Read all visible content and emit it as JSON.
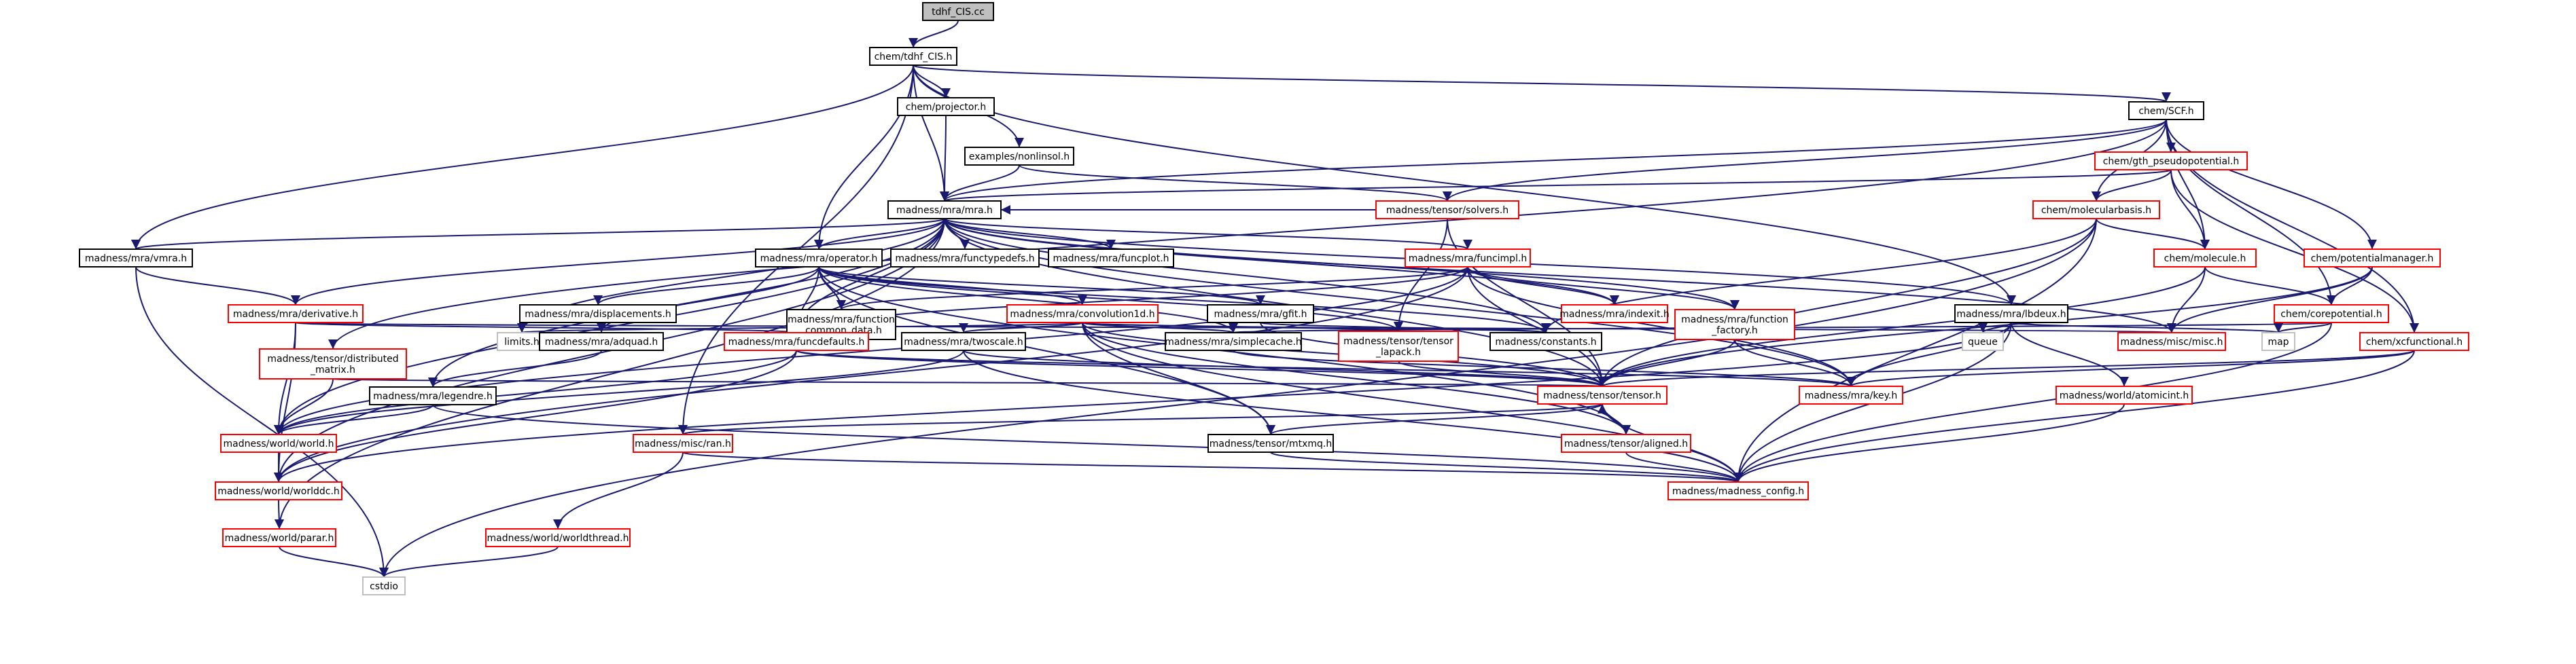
{
  "diagram": {
    "type": "include-dependency-graph",
    "colors": {
      "edge": "#191970",
      "root_fill": "#bfbfbf",
      "documented_border": "#000000",
      "undocumented_border": "#ff0000",
      "external_border": "#bfbfbf"
    },
    "nodes": [
      {
        "id": "root",
        "label": "tdhf_CIS.cc",
        "kind": "root"
      },
      {
        "id": "tdhf_cis_h",
        "label": "chem/tdhf_CIS.h",
        "kind": "doc"
      },
      {
        "id": "scf_h",
        "label": "chem/SCF.h",
        "kind": "doc"
      },
      {
        "id": "projector_h",
        "label": "chem/projector.h",
        "kind": "doc"
      },
      {
        "id": "nonlinsol_h",
        "label": "examples/nonlinsol.h",
        "kind": "doc"
      },
      {
        "id": "gth_h",
        "label": "chem/gth_pseudopotential.h",
        "kind": "red"
      },
      {
        "id": "mra_h",
        "label": "madness/mra/mra.h",
        "kind": "doc"
      },
      {
        "id": "solvers_h",
        "label": "madness/tensor/solvers.h",
        "kind": "red"
      },
      {
        "id": "molbasis_h",
        "label": "chem/molecularbasis.h",
        "kind": "red"
      },
      {
        "id": "vmra_h",
        "label": "madness/mra/vmra.h",
        "kind": "doc"
      },
      {
        "id": "operator_h",
        "label": "madness/mra/operator.h",
        "kind": "doc"
      },
      {
        "id": "functypedefs_h",
        "label": "madness/mra/functypedefs.h",
        "kind": "doc"
      },
      {
        "id": "funcplot_h",
        "label": "madness/mra/funcplot.h",
        "kind": "doc"
      },
      {
        "id": "funcimpl_h",
        "label": "madness/mra/funcimpl.h",
        "kind": "red"
      },
      {
        "id": "molecule_h",
        "label": "chem/molecule.h",
        "kind": "red"
      },
      {
        "id": "potmgr_h",
        "label": "chem/potentialmanager.h",
        "kind": "red"
      },
      {
        "id": "derivative_h",
        "label": "madness/mra/derivative.h",
        "kind": "red"
      },
      {
        "id": "displacements_h",
        "label": "madness/mra/displacements.h",
        "kind": "doc"
      },
      {
        "id": "fcd_h",
        "label": "madness/mra/function\n_common_data.h",
        "kind": "doc"
      },
      {
        "id": "conv1d_h",
        "label": "madness/mra/convolution1d.h",
        "kind": "red"
      },
      {
        "id": "gfit_h",
        "label": "madness/mra/gfit.h",
        "kind": "doc"
      },
      {
        "id": "indexit_h",
        "label": "madness/mra/indexit.h",
        "kind": "red"
      },
      {
        "id": "funcfactory_h",
        "label": "madness/mra/function\n_factory.h",
        "kind": "red"
      },
      {
        "id": "lbdeux_h",
        "label": "madness/mra/lbdeux.h",
        "kind": "doc"
      },
      {
        "id": "corepot_h",
        "label": "chem/corepotential.h",
        "kind": "red"
      },
      {
        "id": "distmatrix_h",
        "label": "madness/tensor/distributed\n_matrix.h",
        "kind": "red"
      },
      {
        "id": "limits",
        "label": "limits.h",
        "kind": "ext"
      },
      {
        "id": "adquad_h",
        "label": "madness/mra/adquad.h",
        "kind": "doc"
      },
      {
        "id": "funcdefaults_h",
        "label": "madness/mra/funcdefaults.h",
        "kind": "red"
      },
      {
        "id": "twoscale_h",
        "label": "madness/mra/twoscale.h",
        "kind": "doc"
      },
      {
        "id": "simplecache_h",
        "label": "madness/mra/simplecache.h",
        "kind": "doc"
      },
      {
        "id": "lapack_h",
        "label": "madness/tensor/tensor\n_lapack.h",
        "kind": "red"
      },
      {
        "id": "constants_h",
        "label": "madness/constants.h",
        "kind": "doc"
      },
      {
        "id": "queue",
        "label": "queue",
        "kind": "ext"
      },
      {
        "id": "misc_h",
        "label": "madness/misc/misc.h",
        "kind": "red"
      },
      {
        "id": "map",
        "label": "map",
        "kind": "ext"
      },
      {
        "id": "xcfunc_h",
        "label": "chem/xcfunctional.h",
        "kind": "red"
      },
      {
        "id": "legendre_h",
        "label": "madness/mra/legendre.h",
        "kind": "doc"
      },
      {
        "id": "tensor_h",
        "label": "madness/tensor/tensor.h",
        "kind": "red"
      },
      {
        "id": "key_h",
        "label": "madness/mra/key.h",
        "kind": "red"
      },
      {
        "id": "atomicint_h",
        "label": "madness/world/atomicint.h",
        "kind": "red"
      },
      {
        "id": "world_h",
        "label": "madness/world/world.h",
        "kind": "red"
      },
      {
        "id": "ran_h",
        "label": "madness/misc/ran.h",
        "kind": "red"
      },
      {
        "id": "mtxmq_h",
        "label": "madness/tensor/mtxmq.h",
        "kind": "doc"
      },
      {
        "id": "aligned_h",
        "label": "madness/tensor/aligned.h",
        "kind": "red"
      },
      {
        "id": "worlddc_h",
        "label": "madness/world/worlddc.h",
        "kind": "red"
      },
      {
        "id": "config_h",
        "label": "madness/madness_config.h",
        "kind": "red"
      },
      {
        "id": "parar_h",
        "label": "madness/world/parar.h",
        "kind": "red"
      },
      {
        "id": "worldthread_h",
        "label": "madness/world/worldthread.h",
        "kind": "red"
      },
      {
        "id": "cstdio",
        "label": "cstdio",
        "kind": "ext"
      }
    ],
    "edges": [
      [
        "root",
        "tdhf_cis_h"
      ],
      [
        "tdhf_cis_h",
        "scf_h"
      ],
      [
        "tdhf_cis_h",
        "projector_h"
      ],
      [
        "tdhf_cis_h",
        "nonlinsol_h"
      ],
      [
        "tdhf_cis_h",
        "mra_h"
      ],
      [
        "tdhf_cis_h",
        "vmra_h"
      ],
      [
        "tdhf_cis_h",
        "operator_h"
      ],
      [
        "tdhf_cis_h",
        "lbdeux_h"
      ],
      [
        "tdhf_cis_h",
        "ran_h"
      ],
      [
        "projector_h",
        "mra_h"
      ],
      [
        "nonlinsol_h",
        "mra_h"
      ],
      [
        "nonlinsol_h",
        "solvers_h"
      ],
      [
        "scf_h",
        "gth_h"
      ],
      [
        "scf_h",
        "molbasis_h"
      ],
      [
        "scf_h",
        "molecule_h"
      ],
      [
        "scf_h",
        "potmgr_h"
      ],
      [
        "scf_h",
        "corepot_h"
      ],
      [
        "scf_h",
        "xcfunc_h"
      ],
      [
        "scf_h",
        "solvers_h"
      ],
      [
        "scf_h",
        "mra_h"
      ],
      [
        "scf_h",
        "distmatrix_h"
      ],
      [
        "gth_h",
        "mra_h"
      ],
      [
        "gth_h",
        "molbasis_h"
      ],
      [
        "gth_h",
        "molecule_h"
      ],
      [
        "gth_h",
        "xcfunc_h"
      ],
      [
        "molbasis_h",
        "molecule_h"
      ],
      [
        "molbasis_h",
        "tensor_h"
      ],
      [
        "molbasis_h",
        "config_h"
      ],
      [
        "molbasis_h",
        "cstdio"
      ],
      [
        "molbasis_h",
        "constants_h"
      ],
      [
        "molecule_h",
        "corepot_h"
      ],
      [
        "molecule_h",
        "misc_h"
      ],
      [
        "molecule_h",
        "tensor_h"
      ],
      [
        "potmgr_h",
        "corepot_h"
      ],
      [
        "potmgr_h",
        "misc_h"
      ],
      [
        "potmgr_h",
        "tensor_h"
      ],
      [
        "corepot_h",
        "map"
      ],
      [
        "corepot_h",
        "config_h"
      ],
      [
        "corepot_h",
        "simplecache_h"
      ],
      [
        "xcfunc_h",
        "tensor_h"
      ],
      [
        "xcfunc_h",
        "key_h"
      ],
      [
        "xcfunc_h",
        "config_h"
      ],
      [
        "solvers_h",
        "mra_h"
      ],
      [
        "solvers_h",
        "tensor_h"
      ],
      [
        "solvers_h",
        "lapack_h"
      ],
      [
        "mra_h",
        "vmra_h"
      ],
      [
        "mra_h",
        "operator_h"
      ],
      [
        "mra_h",
        "functypedefs_h"
      ],
      [
        "mra_h",
        "funcplot_h"
      ],
      [
        "mra_h",
        "funcimpl_h"
      ],
      [
        "mra_h",
        "derivative_h"
      ],
      [
        "mra_h",
        "lbdeux_h"
      ],
      [
        "mra_h",
        "indexit_h"
      ],
      [
        "mra_h",
        "funcfactory_h"
      ],
      [
        "mra_h",
        "misc_h"
      ],
      [
        "mra_h",
        "tensor_h"
      ],
      [
        "mra_h",
        "key_h"
      ],
      [
        "mra_h",
        "world_h"
      ],
      [
        "mra_h",
        "worlddc_h"
      ],
      [
        "mra_h",
        "parar_h"
      ],
      [
        "mra_h",
        "legendre_h"
      ],
      [
        "mra_h",
        "funcdefaults_h"
      ],
      [
        "mra_h",
        "constants_h"
      ],
      [
        "mra_h",
        "limits"
      ],
      [
        "vmra_h",
        "derivative_h"
      ],
      [
        "vmra_h",
        "cstdio"
      ],
      [
        "operator_h",
        "displacements_h"
      ],
      [
        "operator_h",
        "fcd_h"
      ],
      [
        "operator_h",
        "conv1d_h"
      ],
      [
        "operator_h",
        "gfit_h"
      ],
      [
        "operator_h",
        "adquad_h"
      ],
      [
        "operator_h",
        "simplecache_h"
      ],
      [
        "operator_h",
        "lapack_h"
      ],
      [
        "operator_h",
        "mtxmq_h"
      ],
      [
        "operator_h",
        "aligned_h"
      ],
      [
        "operator_h",
        "constants_h"
      ],
      [
        "operator_h",
        "funcdefaults_h"
      ],
      [
        "funcimpl_h",
        "indexit_h"
      ],
      [
        "funcimpl_h",
        "funcfactory_h"
      ],
      [
        "funcimpl_h",
        "fcd_h"
      ],
      [
        "funcimpl_h",
        "funcdefaults_h"
      ],
      [
        "funcimpl_h",
        "tensor_h"
      ],
      [
        "funcimpl_h",
        "key_h"
      ],
      [
        "funcimpl_h",
        "world_h"
      ],
      [
        "funcimpl_h",
        "worlddc_h"
      ],
      [
        "derivative_h",
        "funcdefaults_h"
      ],
      [
        "derivative_h",
        "world_h"
      ],
      [
        "derivative_h",
        "worlddc_h"
      ],
      [
        "derivative_h",
        "misc_h"
      ],
      [
        "fcd_h",
        "funcdefaults_h"
      ],
      [
        "conv1d_h",
        "twoscale_h"
      ],
      [
        "conv1d_h",
        "simplecache_h"
      ],
      [
        "conv1d_h",
        "lapack_h"
      ],
      [
        "conv1d_h",
        "tensor_h"
      ],
      [
        "conv1d_h",
        "aligned_h"
      ],
      [
        "conv1d_h",
        "mtxmq_h"
      ],
      [
        "conv1d_h",
        "config_h"
      ],
      [
        "conv1d_h",
        "limits"
      ],
      [
        "conv1d_h",
        "constants_h"
      ],
      [
        "gfit_h",
        "constants_h"
      ],
      [
        "gfit_h",
        "tensor_h"
      ],
      [
        "funcfactory_h",
        "tensor_h"
      ],
      [
        "funcfactory_h",
        "key_h"
      ],
      [
        "lbdeux_h",
        "queue"
      ],
      [
        "lbdeux_h",
        "map"
      ],
      [
        "lbdeux_h",
        "key_h"
      ],
      [
        "lbdeux_h",
        "atomicint_h"
      ],
      [
        "lbdeux_h",
        "config_h"
      ],
      [
        "lbdeux_h",
        "worlddc_h"
      ],
      [
        "distmatrix_h",
        "world_h"
      ],
      [
        "distmatrix_h",
        "tensor_h"
      ],
      [
        "adquad_h",
        "legendre_h"
      ],
      [
        "funcdefaults_h",
        "tensor_h"
      ],
      [
        "funcdefaults_h",
        "key_h"
      ],
      [
        "funcdefaults_h",
        "world_h"
      ],
      [
        "funcdefaults_h",
        "worlddc_h"
      ],
      [
        "twoscale_h",
        "tensor_h"
      ],
      [
        "twoscale_h",
        "world_h"
      ],
      [
        "twoscale_h",
        "config_h"
      ],
      [
        "simplecache_h",
        "key_h"
      ],
      [
        "lapack_h",
        "tensor_h"
      ],
      [
        "legendre_h",
        "world_h"
      ],
      [
        "legendre_h",
        "config_h"
      ],
      [
        "tensor_h",
        "ran_h"
      ],
      [
        "tensor_h",
        "mtxmq_h"
      ],
      [
        "tensor_h",
        "aligned_h"
      ],
      [
        "tensor_h",
        "config_h"
      ],
      [
        "atomicint_h",
        "config_h"
      ],
      [
        "world_h",
        "worlddc_h"
      ],
      [
        "ran_h",
        "config_h"
      ],
      [
        "ran_h",
        "worldthread_h"
      ],
      [
        "mtxmq_h",
        "config_h"
      ],
      [
        "aligned_h",
        "config_h"
      ],
      [
        "aligned_h",
        "tensor_h"
      ],
      [
        "worlddc_h",
        "parar_h"
      ],
      [
        "parar_h",
        "cstdio"
      ],
      [
        "worldthread_h",
        "cstdio"
      ]
    ]
  }
}
